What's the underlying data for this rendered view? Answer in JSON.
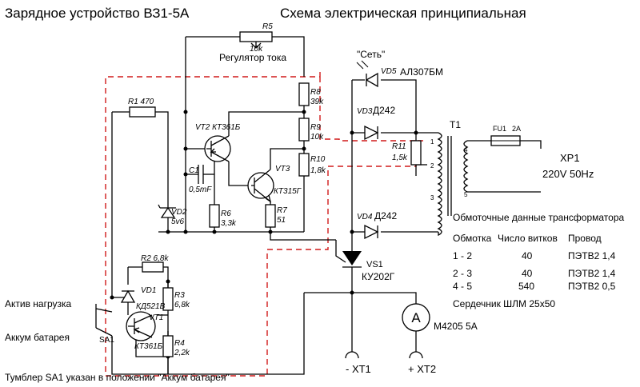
{
  "title": "Зарядное устройство ВЗ1-5А",
  "subtitle": "Схема электрическая принципиальная",
  "labels": {
    "r5": "R5",
    "r5_val": "10k",
    "r5_caption": "Регулятор тока",
    "r8": "R8",
    "r8_val": "39k",
    "r9": "R9",
    "r9_val": "10k",
    "r10": "R10",
    "r10_val": "1,8k",
    "r11": "R11",
    "r11_val": "1,5k",
    "r1": "R1 470",
    "r2": "R2 6,8k",
    "r3": "R3",
    "r3_val": "6,8k",
    "r4": "R4",
    "r4_val": "2,2k",
    "r6": "R6",
    "r6_val": "3,3k",
    "r7": "R7",
    "r7_val": "51",
    "c1": "C1",
    "c1_val": "0,5mF",
    "vt2": "VT2 КТ361Б",
    "vt3": "VT3",
    "vt3_val": "КТ315Г",
    "vt1": "VT1",
    "vt1_val": "КТ361Б",
    "vd1": "VD1",
    "vd1_val": "КД521В",
    "vd2": "VD2",
    "vd2_val": "5v6",
    "vd3": "VD3",
    "vd3_val": "Д242",
    "vd4": "VD4",
    "vd4_val": "Д242",
    "vd5": "VD5",
    "vd5_val": "АЛ307БМ",
    "set": "\"Сеть\"",
    "vs1": "VS1",
    "vs1_val": "КУ202Г",
    "t1": "T1",
    "t_pin1": "1",
    "t_pin2": "2",
    "t_pin3": "3",
    "t_pin4": "4",
    "t_pin5": "5",
    "fu1": "FU1",
    "fu1_val": "2A",
    "xp1": "XP1",
    "mains": "220V 50Hz",
    "meter": "М4205 5А",
    "meter_symbol": "A",
    "xt1": "- XT1",
    "xt2": "+ XT2",
    "sa1": "SA1",
    "load_label": "Актив нагрузка",
    "batt_label": "Аккум батарея",
    "footer": "Тумблер SA1 указан в положении \"Аккум батарея\""
  },
  "transformer_table": {
    "heading": "Обмоточные данные трансформатора",
    "columns": [
      "Обмотка",
      "Число витков",
      "Провод"
    ],
    "rows": [
      [
        "1 - 2",
        "40",
        "ПЭТВ2 1,4"
      ],
      [
        "2 - 3",
        "40",
        "ПЭТВ2 1,4"
      ],
      [
        "4 - 5",
        "540",
        "ПЭТВ2 0,5"
      ]
    ],
    "core": "Сердечник ШЛМ 25х50"
  }
}
